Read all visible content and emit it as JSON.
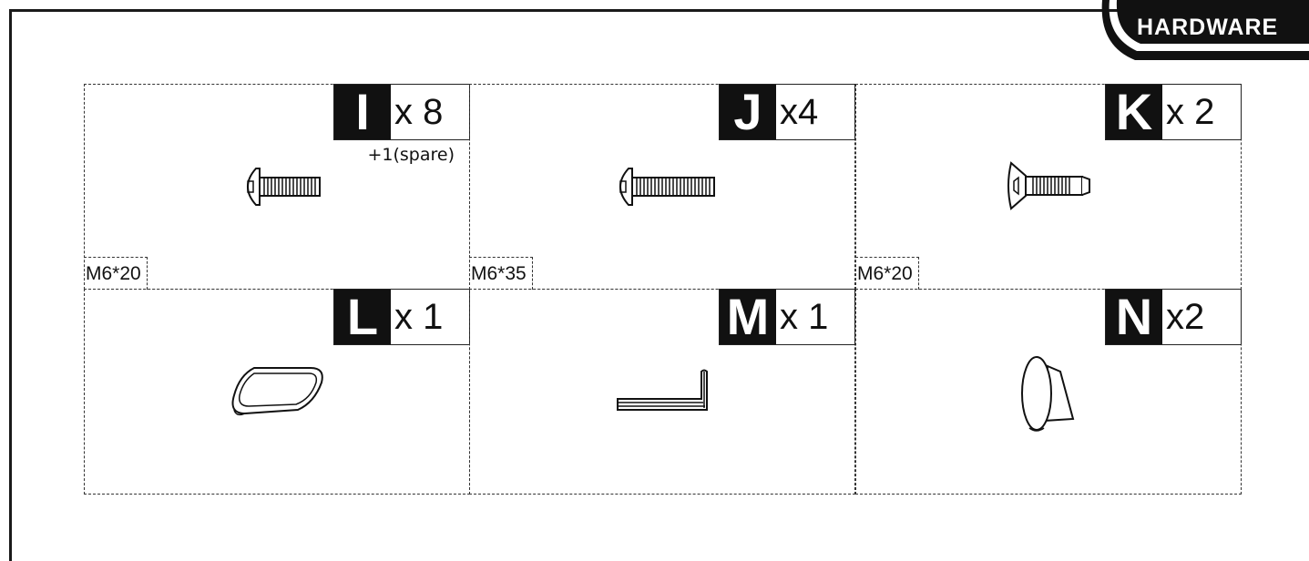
{
  "header": {
    "tab_label": "HARDWARE"
  },
  "parts": [
    {
      "letter": "I",
      "quantity": "x 8",
      "note": "+1(spare)",
      "size": "M6*20",
      "icon": "button-head-bolt-icon"
    },
    {
      "letter": "J",
      "quantity": "x4",
      "note": "",
      "size": "M6*35",
      "icon": "long-button-head-bolt-icon"
    },
    {
      "letter": "K",
      "quantity": "x 2",
      "note": "",
      "size": "M6*20",
      "icon": "countersunk-bolt-icon"
    },
    {
      "letter": "L",
      "quantity": "x 1",
      "note": "",
      "size": "",
      "icon": "oval-cap-icon"
    },
    {
      "letter": "M",
      "quantity": "x 1",
      "note": "",
      "size": "",
      "icon": "allen-key-icon"
    },
    {
      "letter": "N",
      "quantity": "x2",
      "note": "",
      "size": "",
      "icon": "knob-icon"
    }
  ]
}
